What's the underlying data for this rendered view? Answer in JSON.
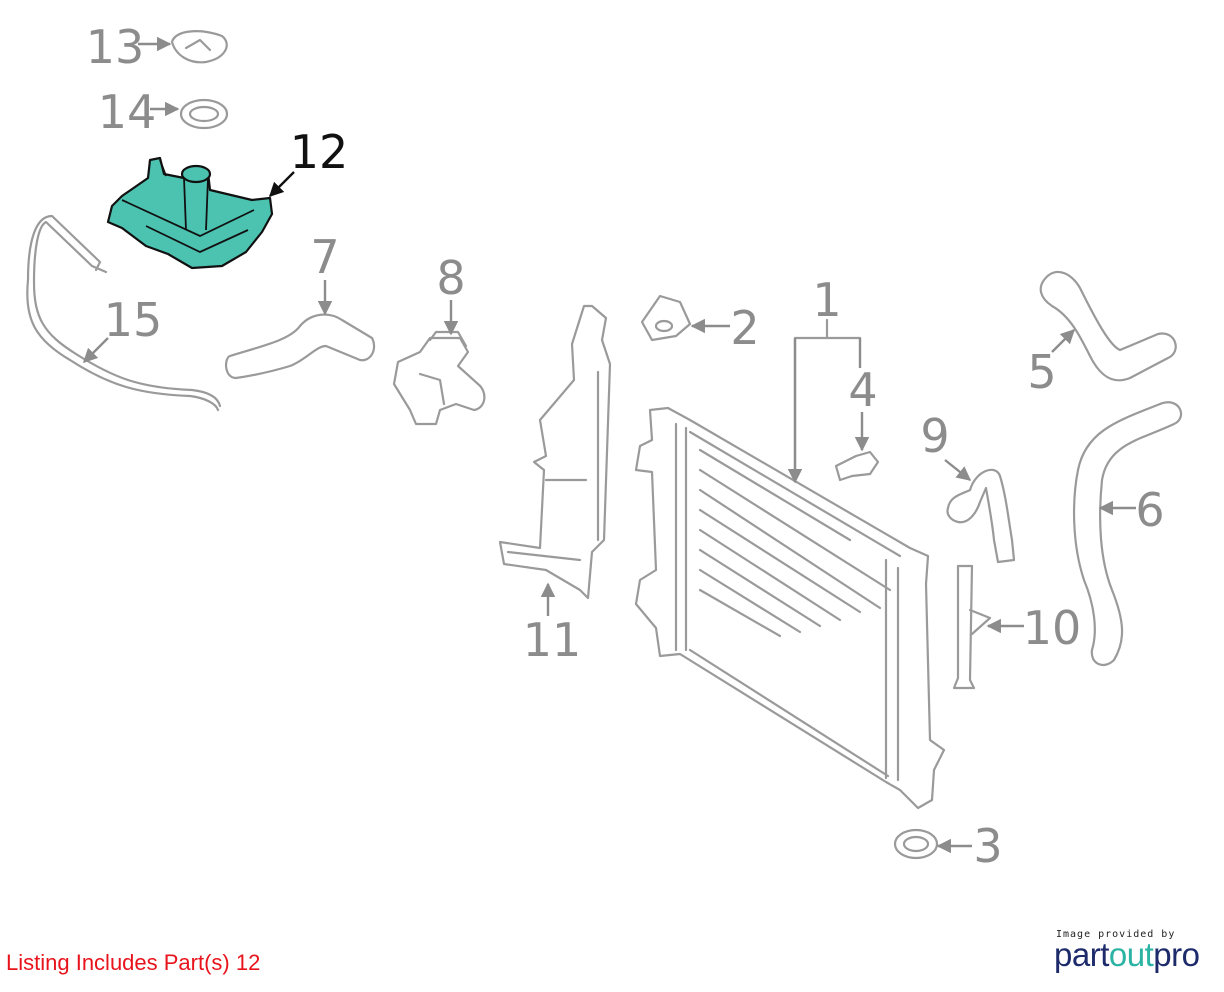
{
  "diagram": {
    "highlight_color": "#4cc3b1",
    "highlighted_part": "12",
    "labels": [
      "1",
      "2",
      "3",
      "4",
      "5",
      "6",
      "7",
      "8",
      "9",
      "10",
      "11",
      "12",
      "13",
      "14",
      "15"
    ]
  },
  "footer": {
    "listing_text": "Listing Includes Part(s) 12",
    "credit_text": "Image provided by",
    "brand_part1": "part",
    "brand_part2": "out",
    "brand_part3": "pro"
  }
}
